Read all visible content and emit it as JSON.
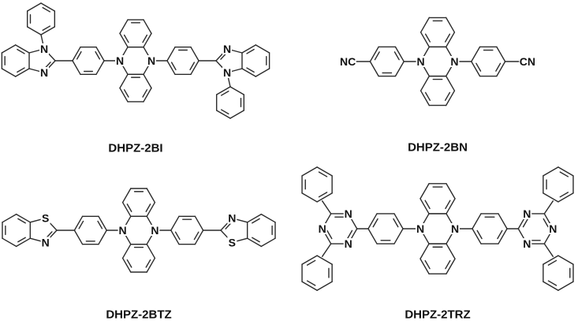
{
  "molecules": [
    {
      "name": "DHPZ-2BI",
      "labels": {
        "core": [
          "N",
          "N"
        ],
        "left": [
          "N",
          "N"
        ],
        "right": [
          "N",
          "N"
        ]
      }
    },
    {
      "name": "DHPZ-2BN",
      "labels": {
        "core": [
          "N",
          "N"
        ],
        "left": [
          "NC"
        ],
        "right": [
          "CN"
        ]
      }
    },
    {
      "name": "DHPZ-2BTZ",
      "labels": {
        "core": [
          "N",
          "N"
        ],
        "left": [
          "S",
          "N"
        ],
        "right": [
          "S",
          "N"
        ]
      }
    },
    {
      "name": "DHPZ-2TRZ",
      "labels": {
        "core": [
          "N",
          "N"
        ],
        "left": [
          "N",
          "N",
          "N"
        ],
        "right": [
          "N",
          "N",
          "N"
        ]
      }
    }
  ]
}
